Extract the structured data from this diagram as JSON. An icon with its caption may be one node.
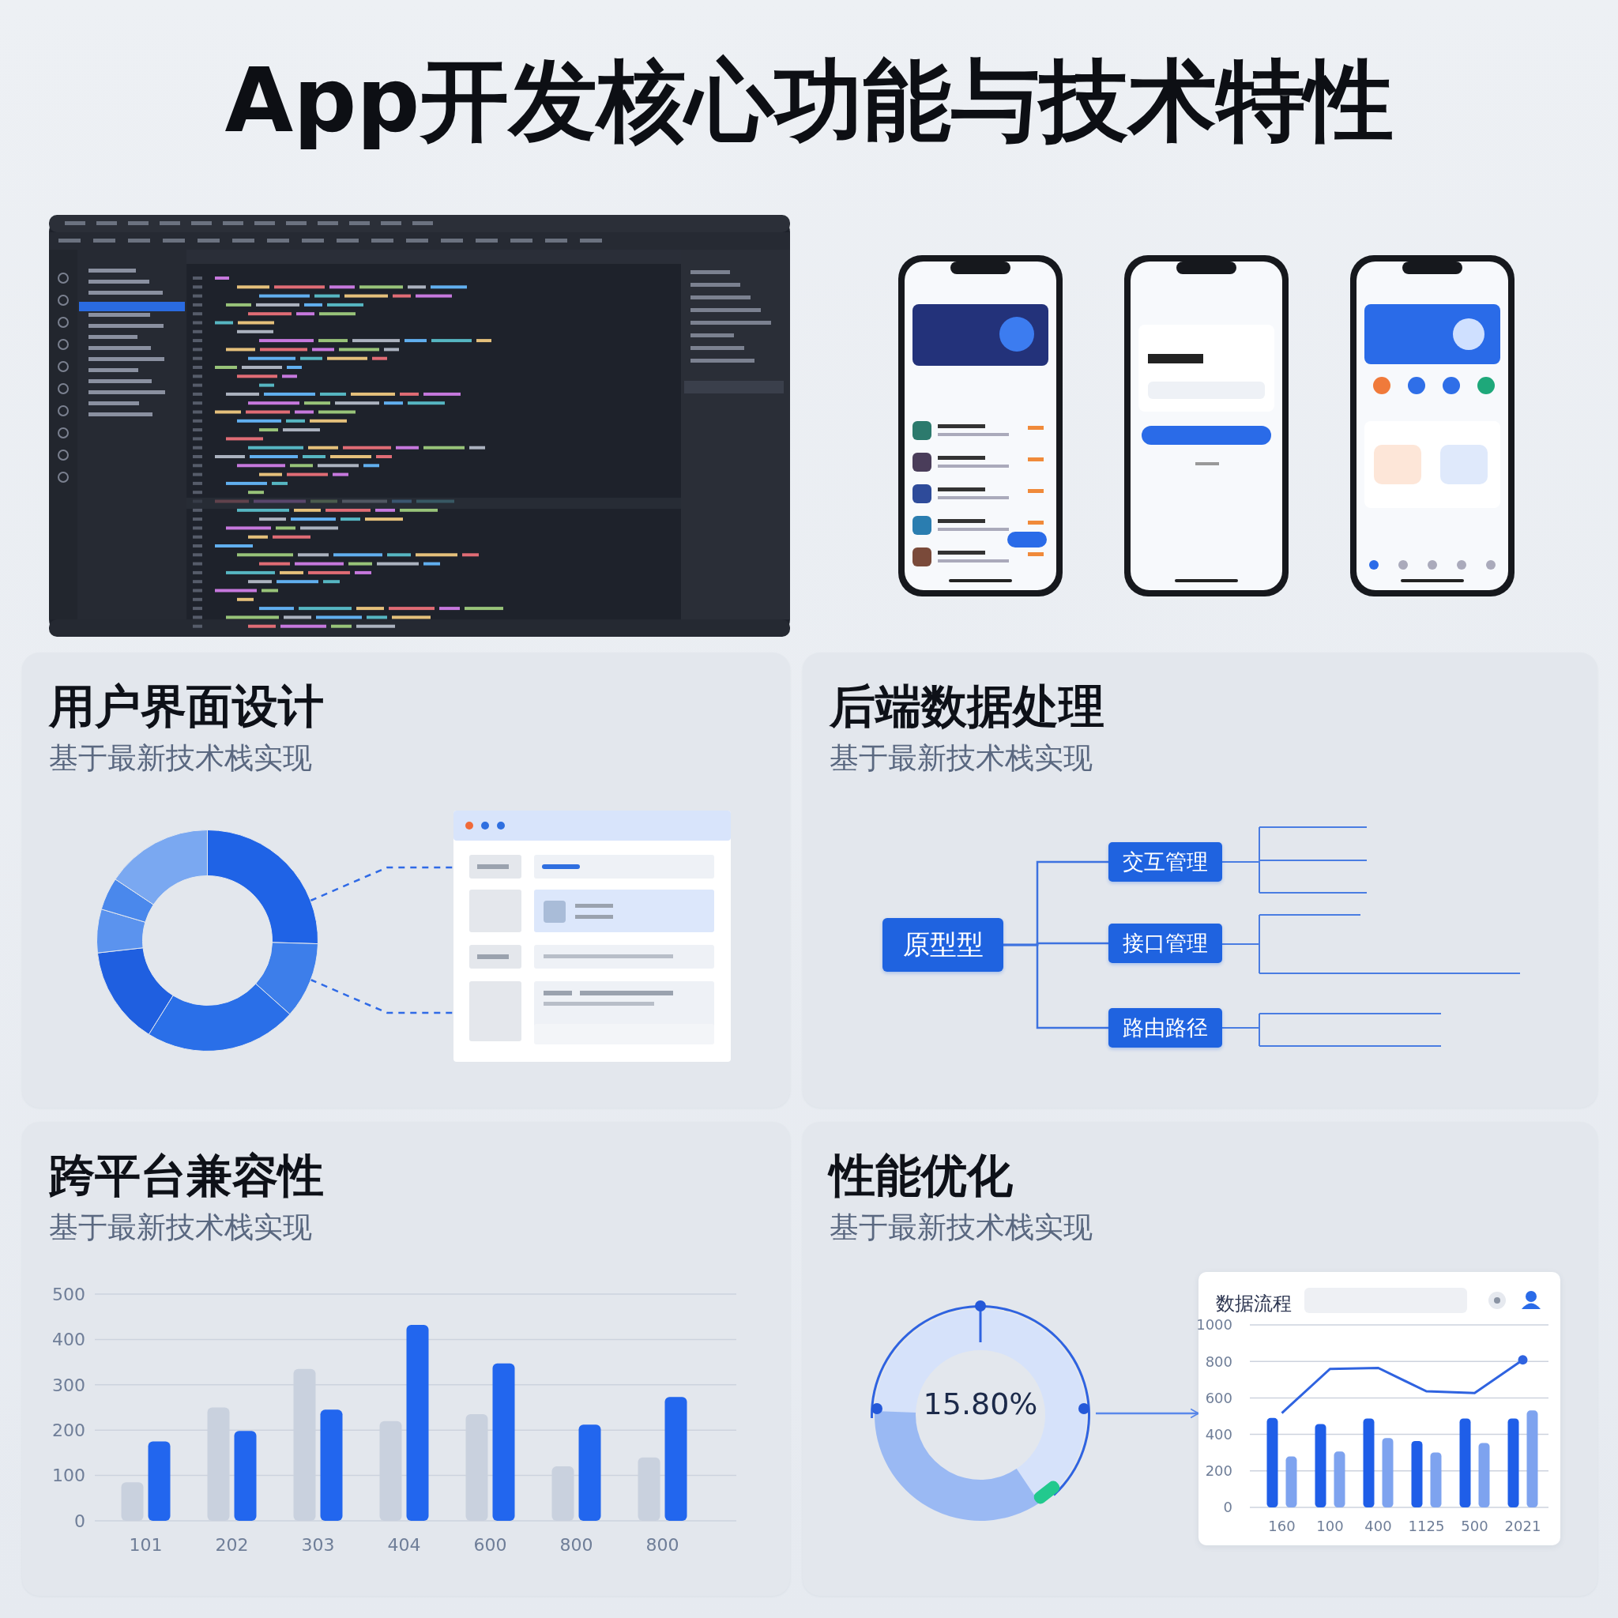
{
  "diagram": {
    "title": "App开发核心功能与技术特性",
    "nodes": [
      {
        "text": [],
        "shape": "picture"
      },
      {
        "text": [],
        "shape": "picture"
      },
      {
        "text": [],
        "shape": "picture"
      },
      {
        "text": [],
        "shape": "picture"
      },
      {
        "text": [
          "用户界面设计",
          "基于最新技术栈实现"
        ]
      },
      {
        "text": [],
        "shape": "picture",
        "in": 4
      },
      {
        "text": [],
        "shape": "picture",
        "in": 4
      },
      {
        "text": [
          "后端数据处理",
          "基于最新技术栈实现"
        ]
      },
      {
        "text": [
          "原型型"
        ],
        "in": 7
      },
      {
        "text": [
          "交互管理"
        ],
        "in": 7
      },
      {
        "text": [
          "接口管理"
        ],
        "in": 7
      },
      {
        "text": [
          "路由路径"
        ],
        "in": 7
      },
      {
        "text": [
          "跨平台兼容性",
          "基于最新技术栈实现"
        ]
      },
      {
        "text": [
          "性能优化",
          "基于最新技术栈实现"
        ]
      },
      {
        "text": [
          "15.80%"
        ],
        "in": 13
      },
      {
        "text": [
          "数据流程"
        ],
        "in": 13
      }
    ],
    "edges": [
      {
        "from": 5,
        "to": 6,
        "arrow": "none",
        "style": "dashed"
      },
      {
        "from": 5,
        "to": 6,
        "arrow": "none",
        "style": "dashed"
      },
      {
        "from": 8,
        "to": 9,
        "arrow": "none"
      },
      {
        "from": 8,
        "to": 10,
        "arrow": "none"
      },
      {
        "from": 8,
        "to": 11,
        "arrow": "none"
      },
      {
        "from": 14,
        "to": 15,
        "arrow": "to"
      }
    ],
    "chart_data": [
      {
        "type": "bar",
        "categories": [
          "101",
          "202",
          "303",
          "404",
          "600",
          "800",
          "800"
        ],
        "series": [
          {
            "color": "#c9d1de",
            "values": [
              85,
              250,
              335,
              220,
              235,
              120,
              140
            ]
          },
          {
            "color": "#2266ee",
            "values": [
              175,
              198,
              245,
              432,
              347,
              212,
              273
            ]
          }
        ],
        "ylim": [
          0,
          500
        ],
        "yticks": [
          0,
          100,
          200,
          300,
          400,
          500
        ],
        "grid": true
      },
      {
        "type": "bar",
        "categories": [
          "160",
          "100",
          "400",
          "1125",
          "500",
          "2021"
        ],
        "series": [
          {
            "color": "#1f5ee8",
            "values": [
              490,
              457,
              487,
              364,
              487,
              487
            ]
          },
          {
            "color": "#7ea3ef",
            "values": [
              279,
              306,
              380,
              301,
              353,
              531
            ]
          },
          {
            "type": "line",
            "color": "#2f63e0",
            "values": [
              517,
              759,
              764,
              636,
              627,
              808
            ]
          }
        ],
        "ylim": [
          0,
          1000
        ],
        "yticks": [
          0,
          200,
          400,
          600,
          800,
          1000
        ],
        "grid": true
      }
    ]
  }
}
